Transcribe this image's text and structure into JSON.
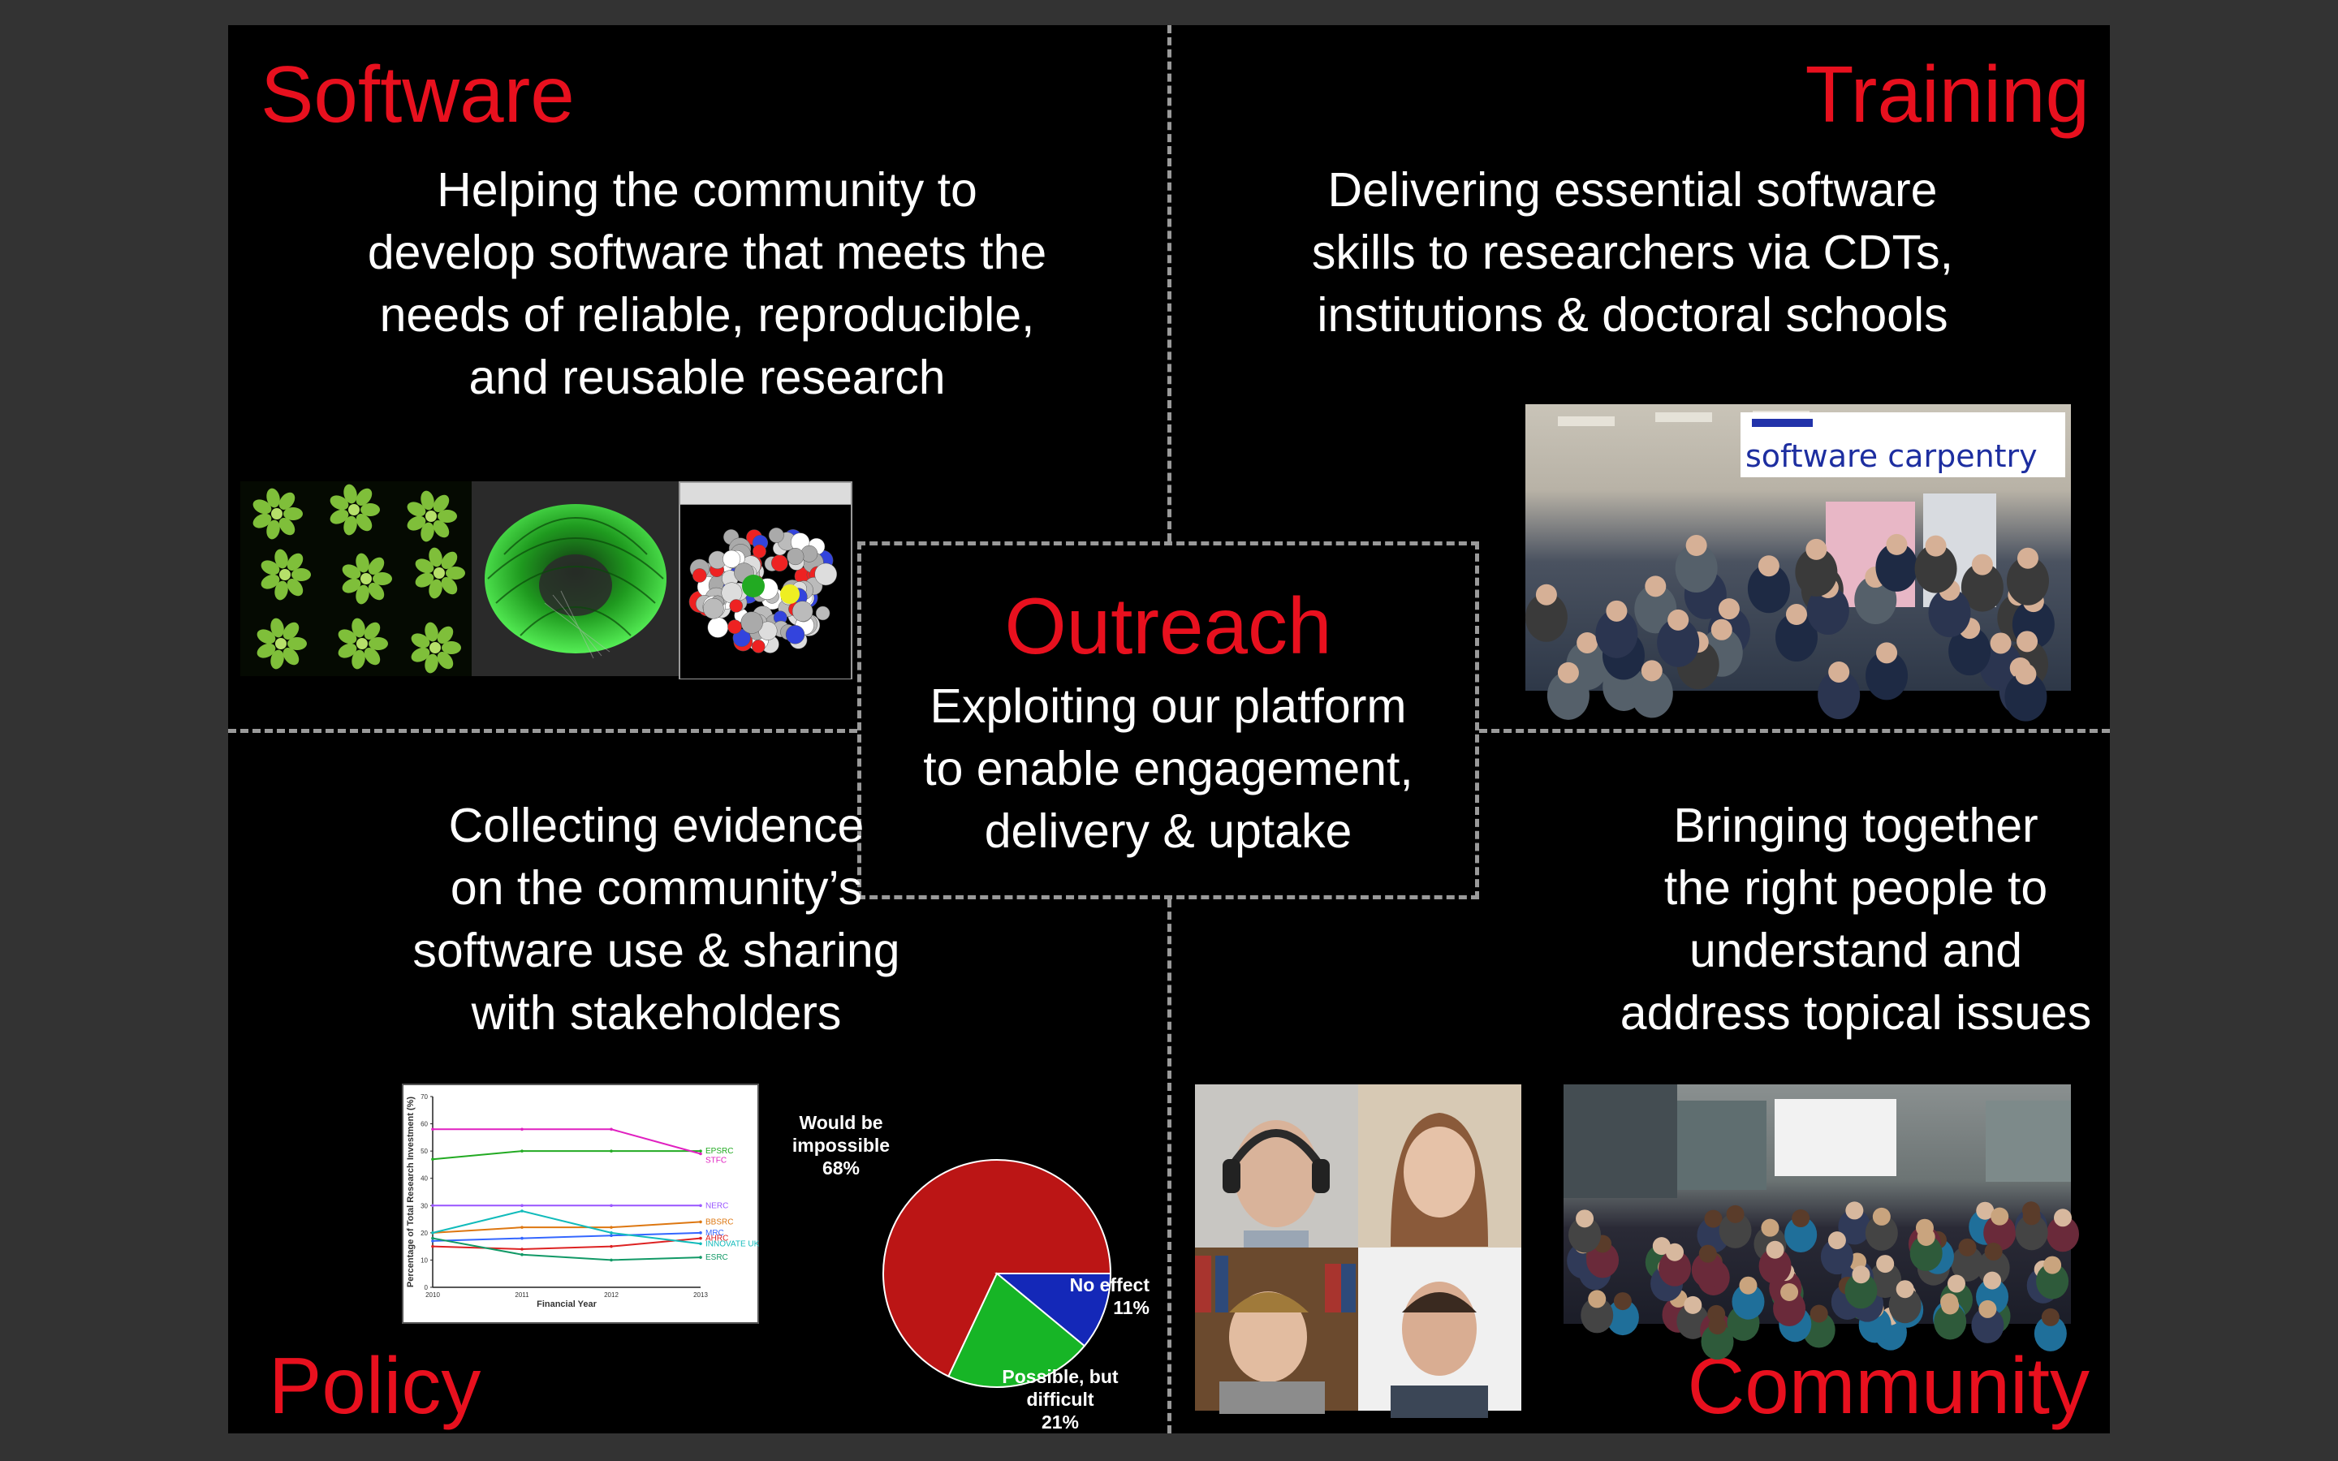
{
  "slide": {
    "software": {
      "title": "Software",
      "lines": [
        "Helping the community to",
        "develop software that meets the",
        "needs of reliable, reproducible,",
        "and reusable research"
      ]
    },
    "training": {
      "title": "Training",
      "lines": [
        "Delivering essential software",
        "skills to researchers via CDTs,",
        "institutions & doctoral schools"
      ],
      "photo_banner": "software carpentry"
    },
    "outreach": {
      "title": "Outreach",
      "lines": [
        "Exploiting our platform",
        "to enable engagement,",
        "delivery & uptake"
      ]
    },
    "policy": {
      "title": "Policy",
      "lines": [
        "Collecting evidence",
        "on the community’s",
        "software use & sharing",
        "with stakeholders"
      ]
    },
    "community": {
      "title": "Community",
      "lines": [
        "Bringing together",
        "the right people to",
        "understand and",
        "address topical issues"
      ]
    }
  },
  "colors": {
    "accent_red": "#e8101e",
    "background": "#000000",
    "frame": "#333333",
    "dashed_line": "#9a9a9a"
  },
  "chart_data": [
    {
      "type": "line",
      "ylabel": "Percentage of Total Research Investment (%)",
      "xlabel": "Financial Year",
      "x": [
        "2010",
        "2011",
        "2012",
        "2013"
      ],
      "yticks": [
        "0",
        "10",
        "20",
        "30",
        "40",
        "50",
        "60",
        "70"
      ],
      "ylim": [
        0,
        70
      ],
      "series": [
        {
          "name": "EPSRC",
          "values": [
            47,
            50,
            50,
            50
          ],
          "color": "#22aa22"
        },
        {
          "name": "STFC",
          "values": [
            58,
            58,
            58,
            49
          ],
          "color": "#e020c0"
        },
        {
          "name": "NERC",
          "values": [
            30,
            30,
            30,
            30
          ],
          "color": "#9955ff"
        },
        {
          "name": "BBSRC",
          "values": [
            20,
            22,
            22,
            24
          ],
          "color": "#dd7711"
        },
        {
          "name": "MRC",
          "values": [
            17,
            18,
            19,
            20
          ],
          "color": "#3366ff"
        },
        {
          "name": "AHRC",
          "values": [
            15,
            14,
            15,
            18
          ],
          "color": "#dd2222"
        },
        {
          "name": "INNOVATE UK",
          "values": [
            20,
            28,
            20,
            16
          ],
          "color": "#11bbbb"
        },
        {
          "name": "ESRC",
          "values": [
            18,
            12,
            10,
            11
          ],
          "color": "#119966"
        }
      ]
    },
    {
      "type": "pie",
      "slices": [
        {
          "label": "Would be impossible",
          "value": 68,
          "color": "#bb1515"
        },
        {
          "label": "No effect",
          "value": 11,
          "color": "#1428b8"
        },
        {
          "label": "Possible, but difficult",
          "value": 21,
          "color": "#17b526"
        }
      ],
      "label_texts": {
        "impossible": [
          "Would be",
          "impossible",
          "68%"
        ],
        "noeffect": [
          "No effect",
          "11%"
        ],
        "difficult": [
          "Possible, but",
          "difficult",
          "21%"
        ]
      }
    }
  ]
}
